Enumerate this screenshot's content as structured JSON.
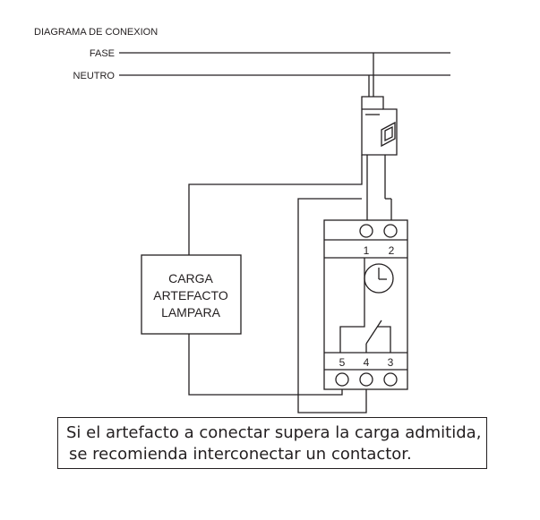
{
  "title": "DIAGRAMA DE CONEXION",
  "lines": {
    "phase": "FASE",
    "neutral": "NEUTRO"
  },
  "load_box": [
    "CARGA",
    "ARTEFACTO",
    "LAMPARA"
  ],
  "timer": {
    "top_terminals": [
      "1",
      "2"
    ],
    "bottom_terminals": [
      "5",
      "4",
      "3"
    ],
    "clock_icon": "clock-icon",
    "switch_icon": "relay-contact-icon"
  },
  "breaker_icon": "circuit-breaker-icon",
  "note": {
    "line1": "Si el artefacto a conectar supera la carga admitida,",
    "line2": "se recomienda interconectar un contactor."
  }
}
